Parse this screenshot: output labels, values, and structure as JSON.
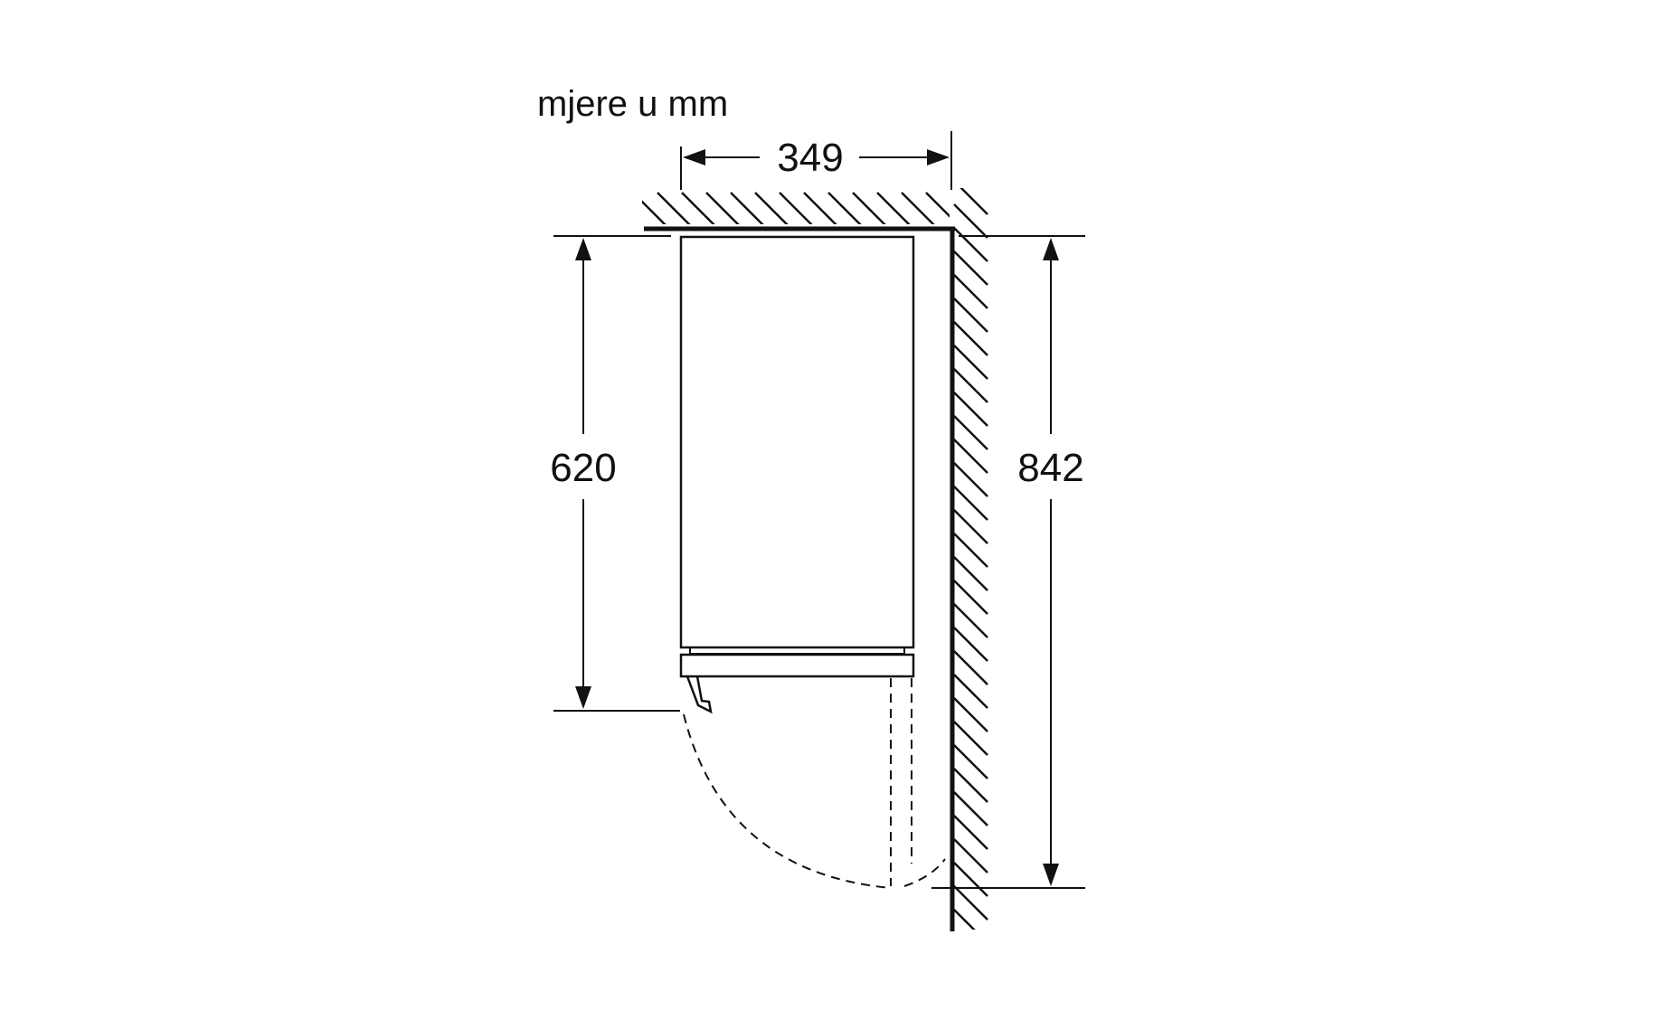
{
  "diagram": {
    "units_label": "mjere u mm",
    "dimensions": {
      "width": "349",
      "body_depth": "620",
      "total_depth": "842"
    },
    "colors": {
      "line": "#111111",
      "background": "#ffffff"
    }
  }
}
